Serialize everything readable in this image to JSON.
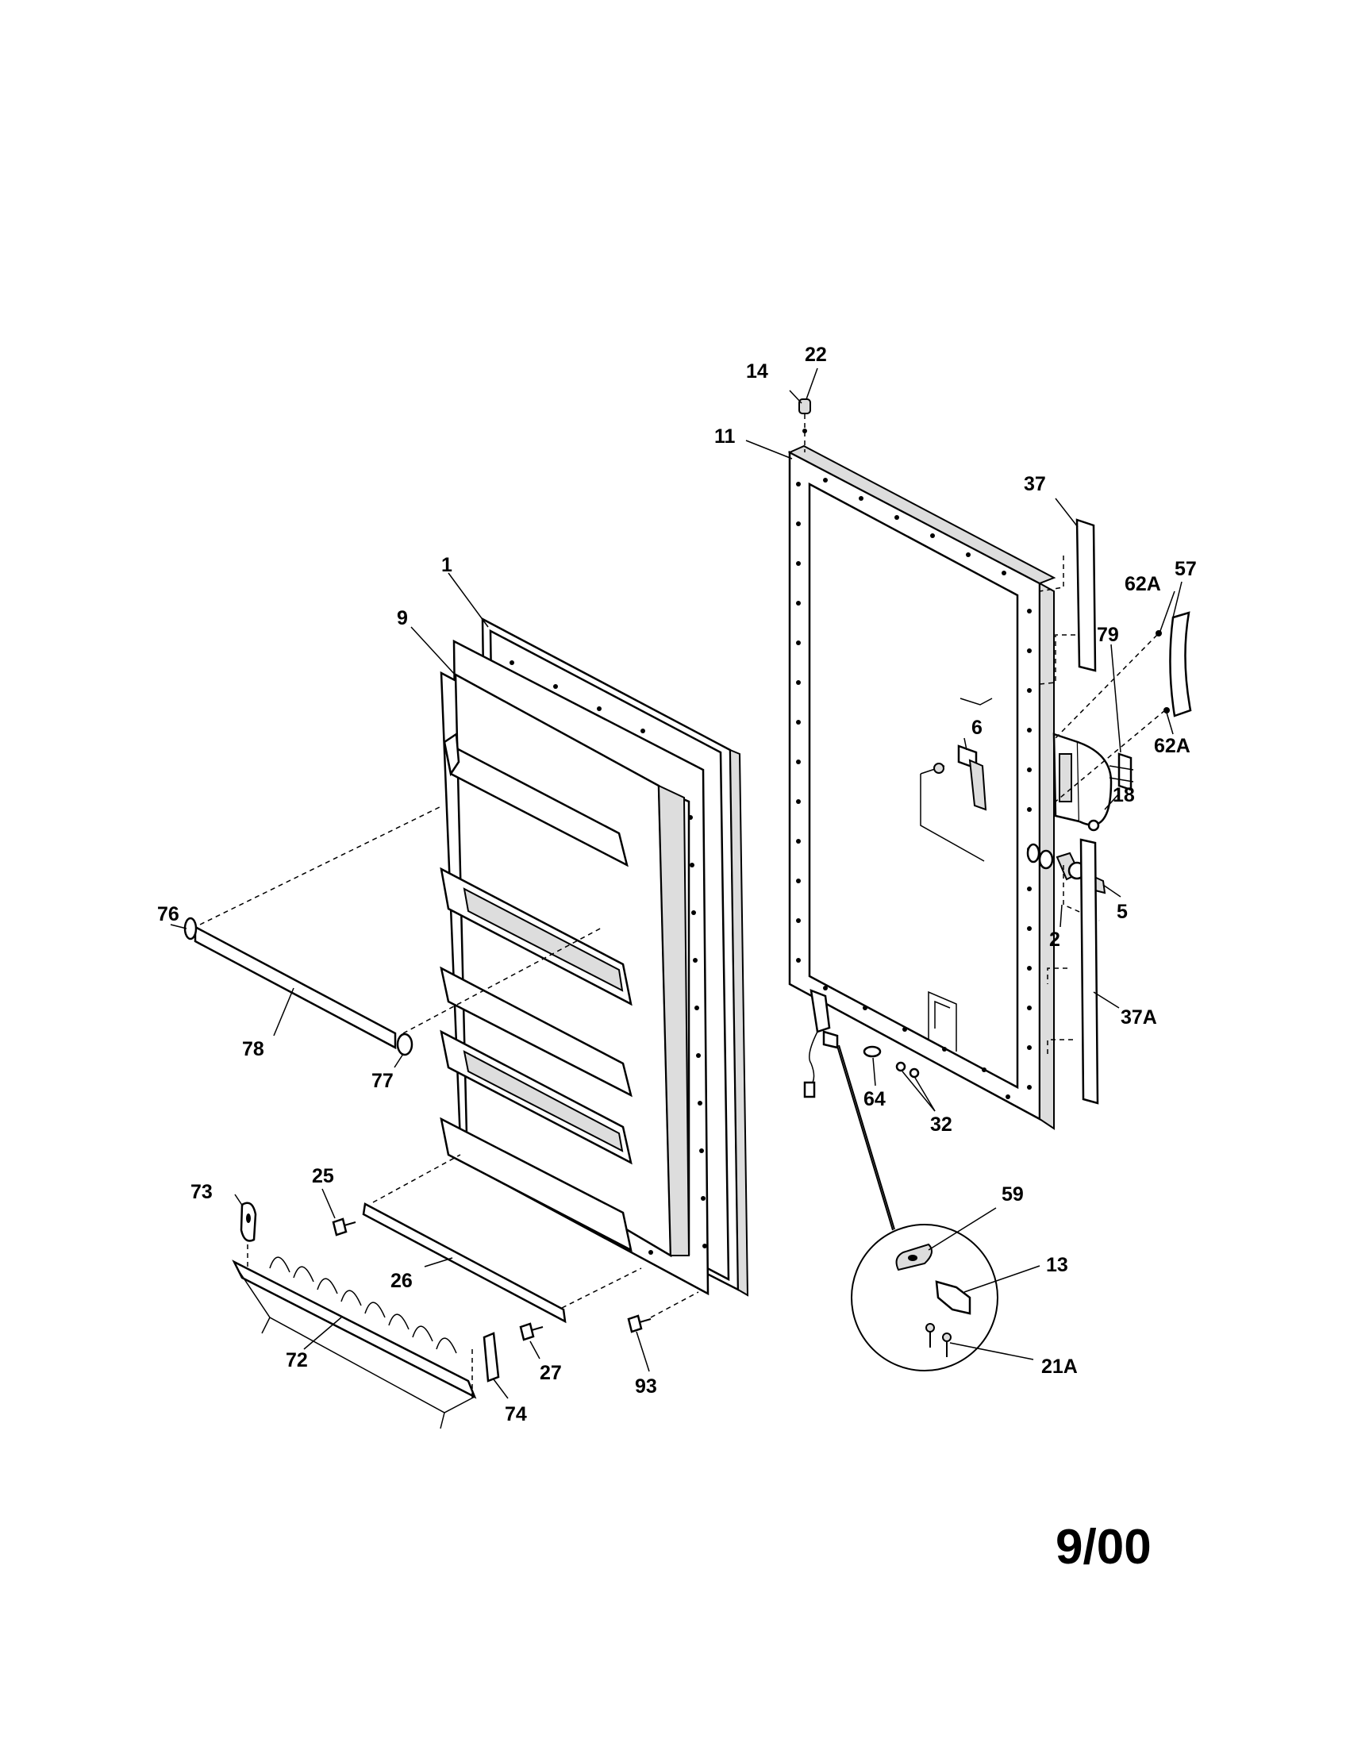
{
  "labels": {
    "p1": "1",
    "p2": "2",
    "p5": "5",
    "p6": "6",
    "p9": "9",
    "p11": "11",
    "p13": "13",
    "p14": "14",
    "p18": "18",
    "p21A": "21A",
    "p22": "22",
    "p25": "25",
    "p26": "26",
    "p27": "27",
    "p32": "32",
    "p37": "37",
    "p37A": "37A",
    "p57": "57",
    "p59": "59",
    "p62A_top": "62A",
    "p62A_bottom": "62A",
    "p64": "64",
    "p72": "72",
    "p73": "73",
    "p74": "74",
    "p76": "76",
    "p77": "77",
    "p78": "78",
    "p79": "79",
    "p93": "93"
  },
  "date_code": "9/00"
}
